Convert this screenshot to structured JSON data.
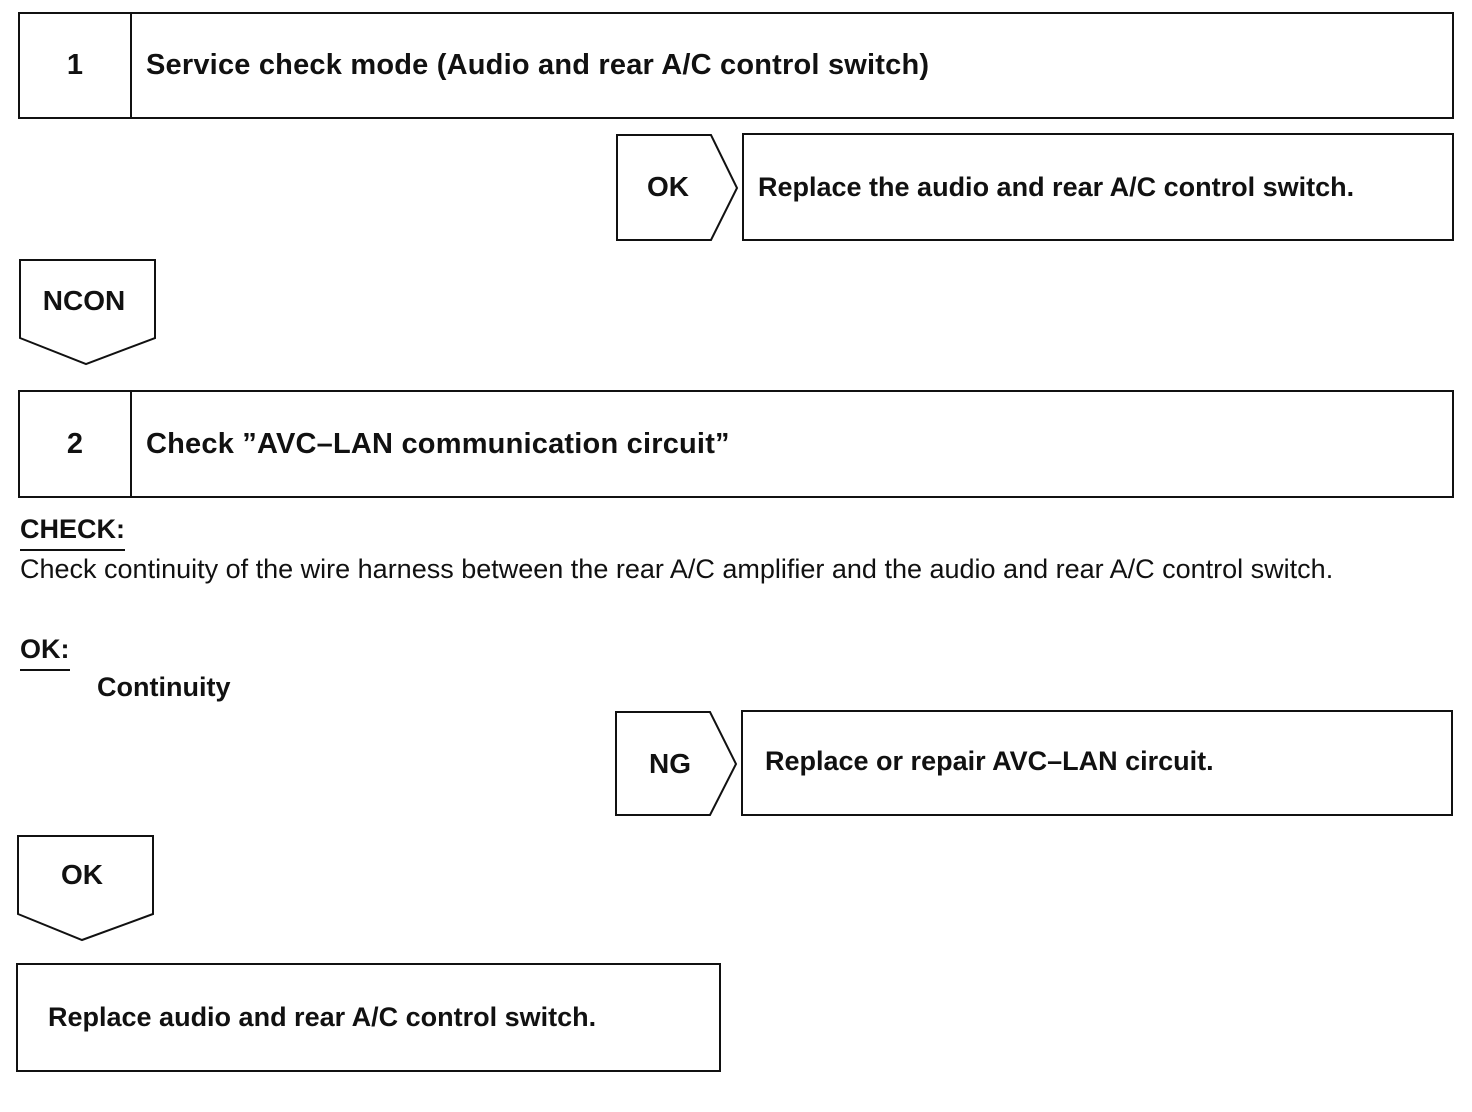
{
  "step1": {
    "number": "1",
    "title": "Service check mode (Audio and rear A/C control switch)"
  },
  "branch1": {
    "label": "OK",
    "action": "Replace the audio and rear A/C control switch."
  },
  "arrow1": {
    "label": "NCON"
  },
  "step2": {
    "number": "2",
    "title": "Check ”AVC–LAN communication circuit”"
  },
  "check": {
    "heading": "CHECK:",
    "text": "Check continuity of the wire harness between the rear A/C amplifier and the audio and rear A/C control switch.",
    "ok_heading": "OK:",
    "ok_value": "Continuity"
  },
  "branch2": {
    "label": "NG",
    "action": "Replace or repair AVC–LAN circuit."
  },
  "arrow2": {
    "label": "OK"
  },
  "final": {
    "action": "Replace audio and rear A/C control switch."
  }
}
